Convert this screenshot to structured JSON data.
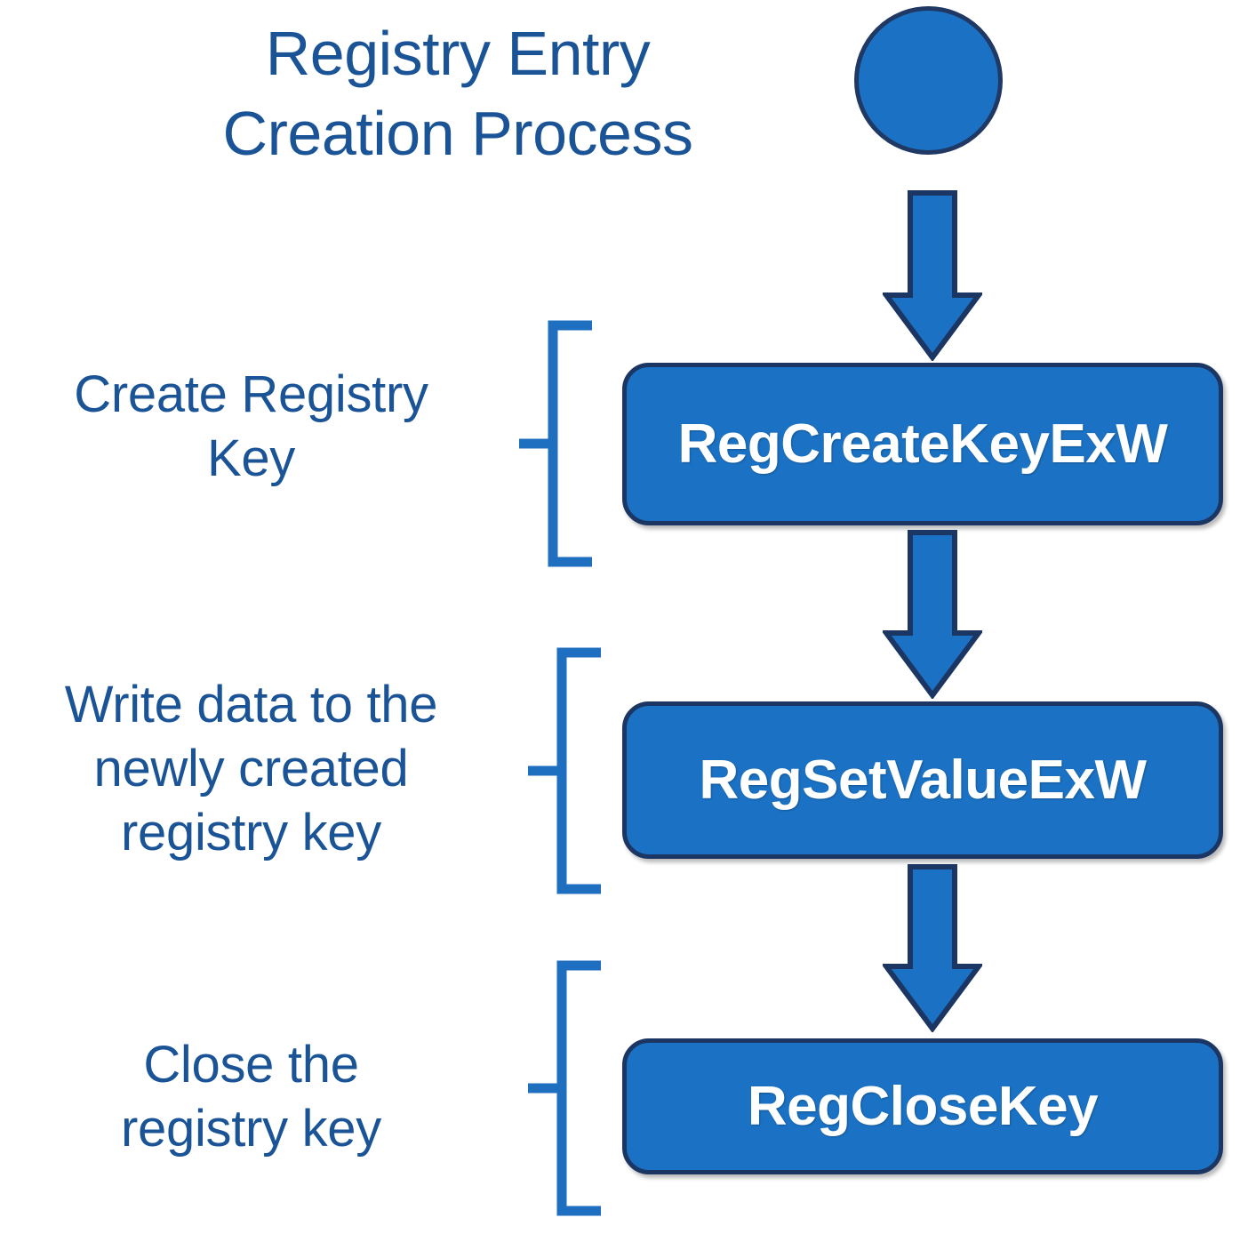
{
  "diagram": {
    "title": "Registry Entry\nCreation Process",
    "colors": {
      "text_blue": "#1B5496",
      "node_fill": "#1B72C4",
      "node_border": "#1C3663",
      "brace_blue": "#1F6FC0",
      "label_text": "#FFFFFF",
      "background": "#FFFFFF"
    },
    "start_node": {
      "shape": "circle",
      "label": ""
    },
    "steps": [
      {
        "id": "step-1",
        "api": "RegCreateKeyExW",
        "description": "Create Registry\nKey"
      },
      {
        "id": "step-2",
        "api": "RegSetValueExW",
        "description": "Write data to the\nnewly created\nregistry key"
      },
      {
        "id": "step-3",
        "api": "RegCloseKey",
        "description": "Close the\nregistry key"
      }
    ],
    "connectors": [
      {
        "id": "arrow-1",
        "from": "start-node",
        "to": "step-1",
        "direction": "down"
      },
      {
        "id": "arrow-2",
        "from": "step-1",
        "to": "step-2",
        "direction": "down"
      },
      {
        "id": "arrow-3",
        "from": "step-2",
        "to": "step-3",
        "direction": "down"
      }
    ]
  }
}
